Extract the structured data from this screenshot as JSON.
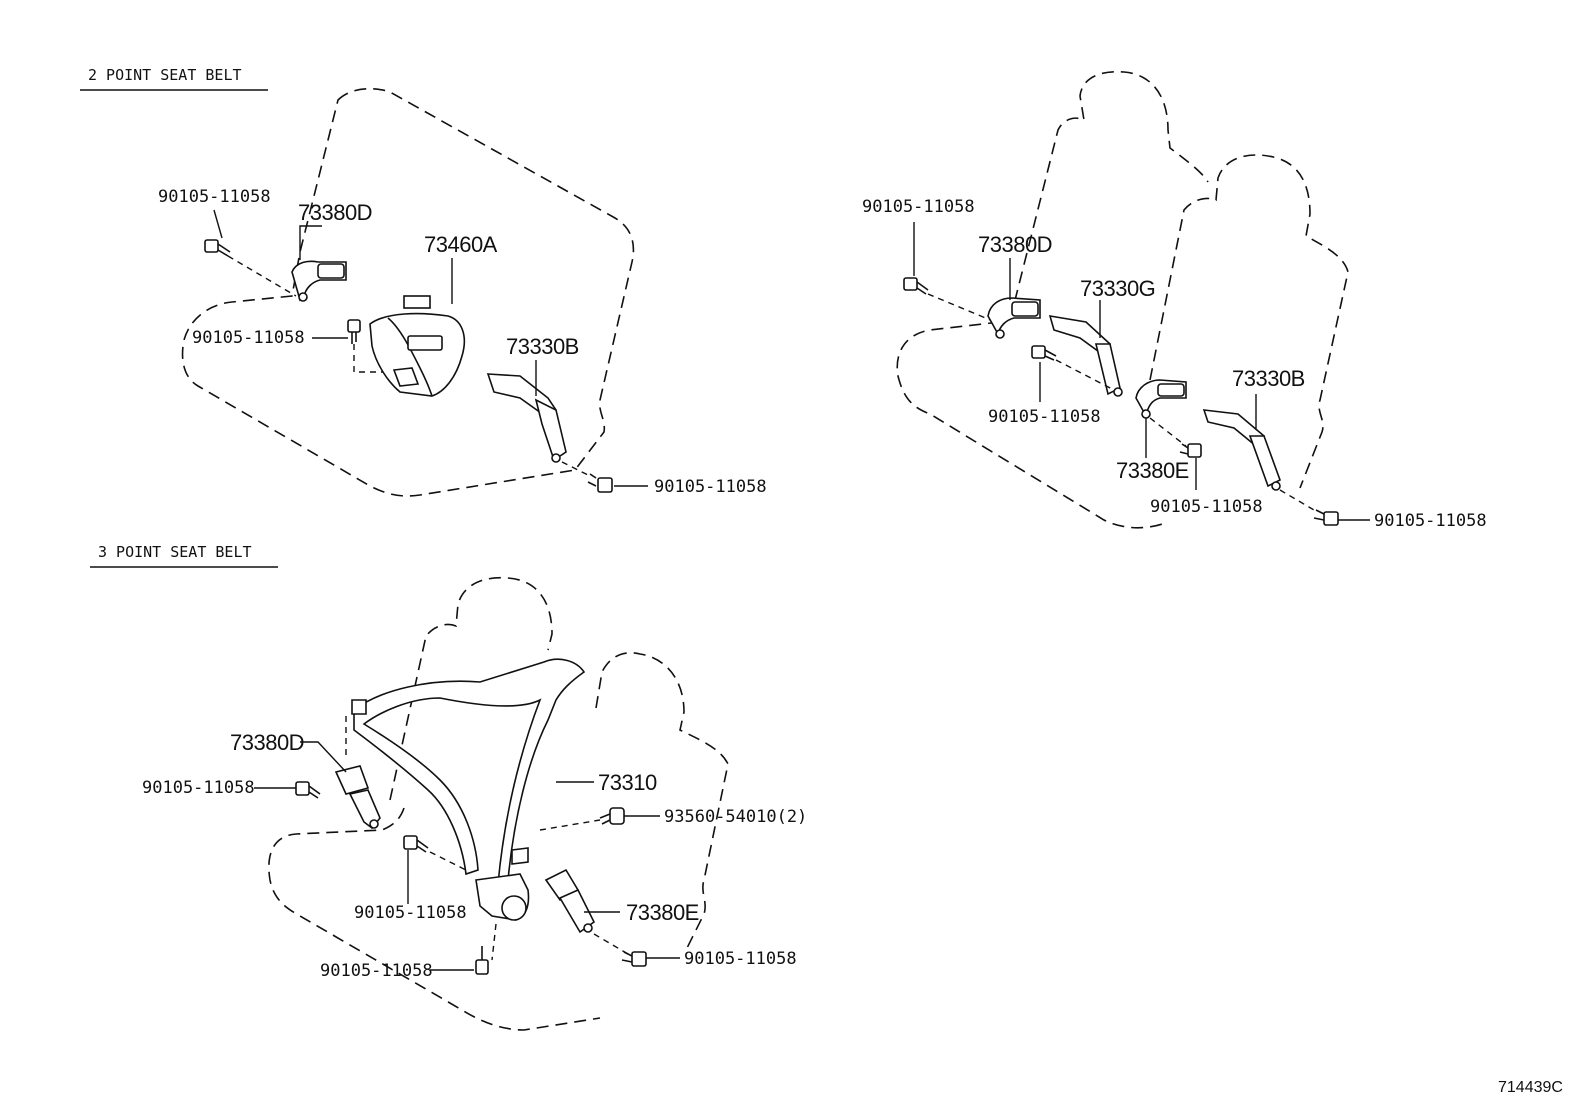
{
  "sections": {
    "two_point": "2 POINT SEAT BELT",
    "three_point": "3 POINT SEAT BELT"
  },
  "callouts": {
    "a1": "90105-11058",
    "a2": "73380D",
    "a3": "73460A",
    "a4": "90105-11058",
    "a5": "73330B",
    "a6": "90105-11058",
    "b1": "90105-11058",
    "b2": "73380D",
    "b3": "73330G",
    "b4": "90105-11058",
    "b5": "73330B",
    "b6": "73380E",
    "b7": "90105-11058",
    "b8": "90105-11058",
    "c1": "73380D",
    "c2": "90105-11058",
    "c3": "73310",
    "c4": "93560-54010(2)",
    "c5": "90105-11058",
    "c6": "73380E",
    "c7": "90105-11058",
    "c8": "90105-11058"
  },
  "diagram_code": "714439C"
}
